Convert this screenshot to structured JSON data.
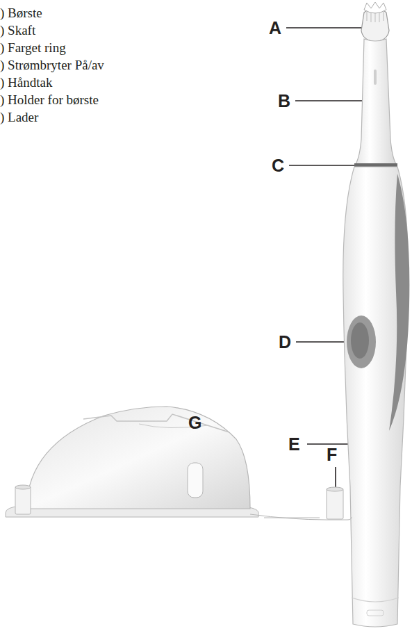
{
  "diagram": {
    "labels": [
      ") Børste",
      ") Skaft",
      ") Farget ring",
      ") Strømbryter På/av",
      ") Håndtak",
      ") Holder for børste",
      ") Lader",
      "A",
      "B",
      "C",
      "D",
      "E",
      "G",
      "F"
    ]
  }
}
